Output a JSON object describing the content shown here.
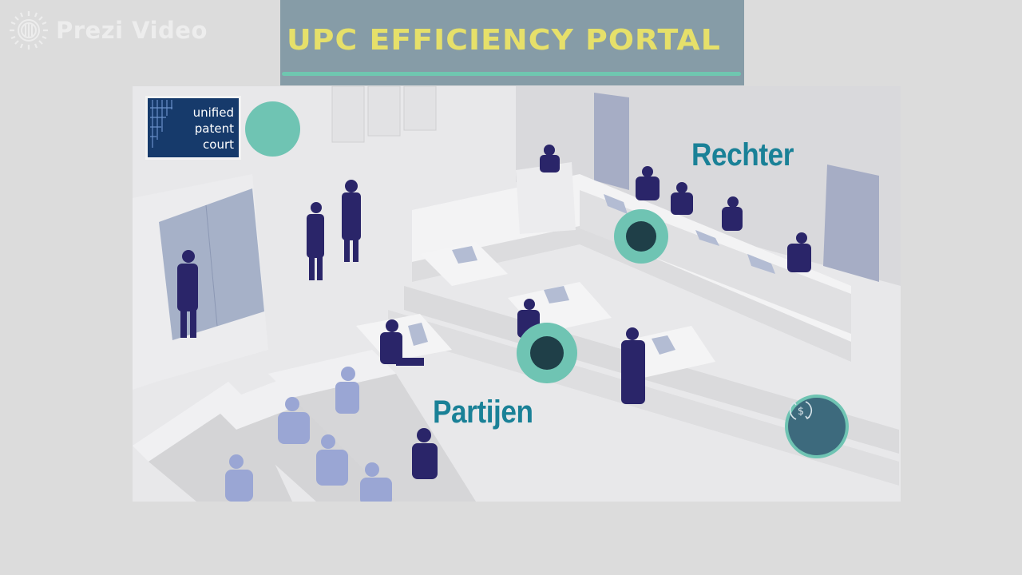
{
  "watermark": {
    "text": "Prezi Video",
    "icon": "prezi-logo-icon"
  },
  "banner": {
    "title": "UPC EFFICIENCY PORTAL",
    "background_color": "#869ca7",
    "title_color": "#e6e06a",
    "underline_color": "#6fc7b0"
  },
  "scene": {
    "logo": {
      "lines": [
        "unified",
        "patent",
        "court"
      ],
      "background_color": "#163a6b"
    },
    "labels": {
      "judges": "Rechter",
      "parties": "Partijen"
    },
    "hotspots": [
      {
        "name": "judges-hotspot",
        "color_ring": "#6fc4b3",
        "color_core": "#1f3f48"
      },
      {
        "name": "parties-hotspot",
        "color_ring": "#6fc4b3",
        "color_core": "#1f3f48"
      }
    ],
    "buttons": {
      "money_cycle_icon": "money-exchange-icon",
      "money_symbol": "$"
    },
    "accent_colors": {
      "figure": "#2a2569",
      "audience": "#9aa6d4",
      "label": "#1a8197"
    }
  }
}
